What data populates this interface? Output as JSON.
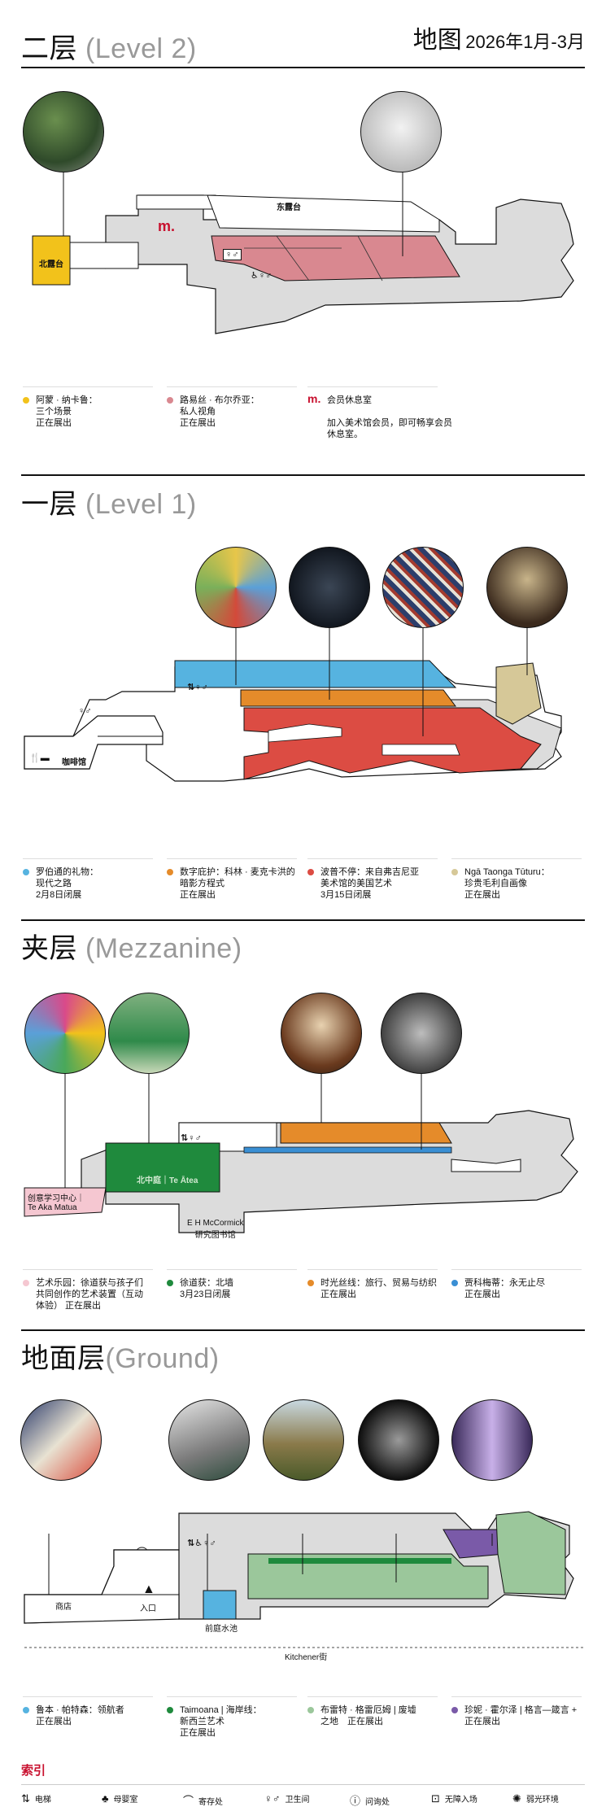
{
  "header": {
    "title": "地图",
    "date_range": "2026年1月-3月"
  },
  "colors": {
    "yellow": "#f2c21b",
    "pink": "#d98890",
    "blue": "#56b3e0",
    "orange": "#e58b2a",
    "red": "#dc4c43",
    "khaki": "#d6c898",
    "green": "#1f8a3d",
    "light_pink": "#f5c7d1",
    "sea_blue": "#3a8fd4",
    "mint": "#9bc79b",
    "purple": "#7a5aa8",
    "gray": "#dcdcdc",
    "brand": "#c8102e"
  },
  "levels": [
    {
      "name_cn": "二层",
      "name_en": "(Level 2)",
      "labels": {
        "north_terrace": "北露台",
        "east_terrace": "东露台"
      },
      "legend": [
        {
          "color": "yellow",
          "text": "阿蒙 · 纳卡鲁：\n三个场景\n正在展出"
        },
        {
          "color": "pink",
          "text": "路易丝 · 布尔乔亚：\n私人视角\n正在展出"
        },
        {
          "color": "brand",
          "icon": "m.",
          "text": "会员休息室\n\n加入美术馆会员，即可畅享会员\n休息室。"
        }
      ]
    },
    {
      "name_cn": "一层",
      "name_en": "(Level 1)",
      "labels": {
        "cafe": "咖啡馆"
      },
      "legend": [
        {
          "color": "blue",
          "text": "罗伯通的礼物：\n现代之路\n2月8日闭展"
        },
        {
          "color": "orange",
          "text": "数字庇护：科林 · 麦克卡洪的\n暗影方程式\n正在展出"
        },
        {
          "color": "red",
          "text": "波普不停：来自弗吉尼亚\n美术馆的美国艺术\n3月15日闭展"
        },
        {
          "color": "khaki",
          "text": "Ngā Taonga Tūturu：\n珍贵毛利自画像\n正在展出"
        }
      ]
    },
    {
      "name_cn": "夹层",
      "name_en": "(Mezzanine)",
      "labels": {
        "te_atea": "北中庭｜Te Ātea",
        "learning": "创意学习中心｜\nTe Aka Matua",
        "library": "E H McCormick\n研究图书馆"
      },
      "legend": [
        {
          "color": "light_pink",
          "text": "艺术乐园：徐道获与孩子们\n共同创作的艺术装置（互动\n体验） 正在展出"
        },
        {
          "color": "green",
          "text": "徐道获：北墙\n3月23日闭展"
        },
        {
          "color": "orange",
          "text": "时光丝线：旅行、贸易与纺织\n正在展出"
        },
        {
          "color": "sea_blue",
          "text": "贾科梅蒂：永无止尽\n正在展出"
        }
      ]
    },
    {
      "name_cn": "地面层",
      "name_en": "(Ground)",
      "labels": {
        "shop": "商店",
        "entrance": "入口",
        "pool": "前庭水池",
        "street": "Kitchener街"
      },
      "legend": [
        {
          "color": "blue",
          "text": "鲁本 · 帕特森：领航者\n正在展出"
        },
        {
          "color": "green",
          "text": "Taimoana | 海岸线：\n新西兰艺术\n正在展出"
        },
        {
          "color": "mint",
          "text": "布雷特 · 格雷厄姆 | 废墟\n之地　正在展出"
        },
        {
          "color": "purple",
          "text": "珍妮 · 霍尔泽 | 格言—箴言 +\n正在展出"
        }
      ]
    }
  ],
  "key": {
    "title": "索引",
    "items": [
      {
        "icon": "elevator-icon",
        "glyph": "⇅",
        "label": "电梯"
      },
      {
        "icon": "baby-room-icon",
        "glyph": "♣",
        "label": "母婴室"
      },
      {
        "icon": "coat-check-icon",
        "glyph": "⌒",
        "label": "寄存处"
      },
      {
        "icon": "toilet-icon",
        "glyph": "♀♂",
        "label": "卫生间"
      },
      {
        "icon": "info-icon",
        "glyph": "ⓘ",
        "label": "问询处"
      },
      {
        "icon": "accessible-entry-icon",
        "glyph": "⊡",
        "label": "无障入场"
      },
      {
        "icon": "sensory-icon",
        "glyph": "✺",
        "label": "弱光环境"
      }
    ]
  }
}
